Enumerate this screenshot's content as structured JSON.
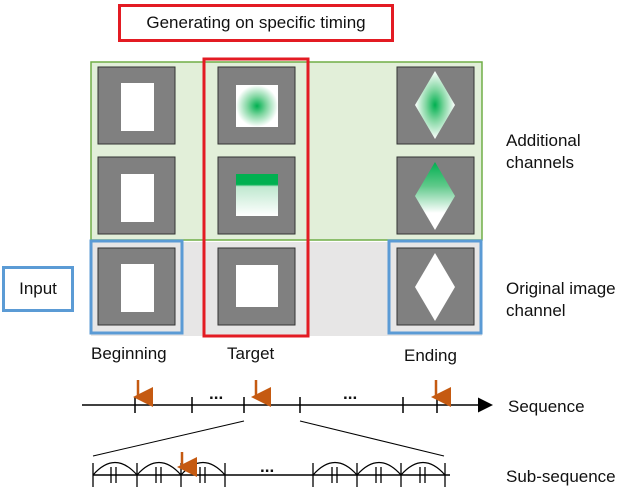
{
  "title": "Generating on specific timing",
  "input_label": "Input",
  "columns": {
    "beginning": "Beginning",
    "target": "Target",
    "ending": "Ending"
  },
  "rows": {
    "additional": "Additional channels",
    "additional_line1": "Additional",
    "additional_line2": "channels",
    "original": "Original image channel",
    "original_line1": "Original image",
    "original_line2": "channel"
  },
  "timeline": {
    "sequence_label": "Sequence",
    "subsequence_label": "Sub-sequence",
    "ellipsis": "..."
  },
  "colors": {
    "target_highlight": "#e31b23",
    "input_highlight": "#5b9bd5",
    "additional_bg": "#e2efd9",
    "additional_border": "#70ad47",
    "original_bg": "#e7e6e6",
    "tile_gray": "#808080",
    "marker": "#c55a11",
    "gradient_green": "#00b050"
  }
}
